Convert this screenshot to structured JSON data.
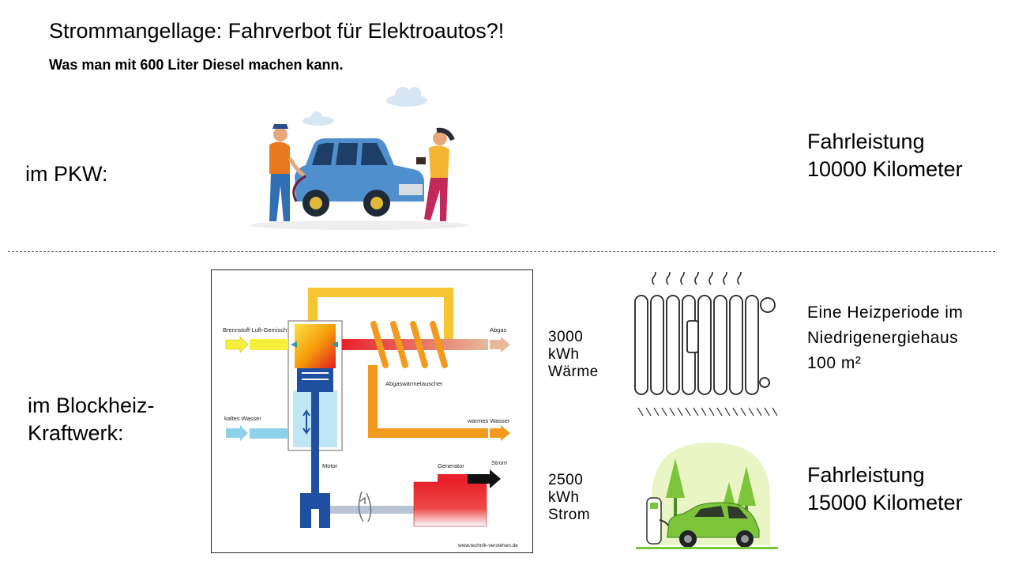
{
  "title": "Strommangellage: Fahrverbot für Elektroautos?!",
  "subtitle": "Was man mit 600 Liter Diesel machen kann.",
  "pkw": {
    "label": "im PKW:",
    "result_line1": "Fahrleistung",
    "result_line2": "10000 Kilometer"
  },
  "bhkw": {
    "label_line1": "im Blockheiz-",
    "label_line2": "Kraftwerk:",
    "heat": {
      "line1": "3000",
      "line2": "kWh",
      "line3": "Wärme"
    },
    "power": {
      "line1": "2500",
      "line2": "kWh",
      "line3": "Strom"
    },
    "heat_result": {
      "line1": "Eine Heizperiode im",
      "line2": "Niedrigenergiehaus",
      "line3": "100 m²"
    },
    "power_result": {
      "line1": "Fahrleistung",
      "line2": "15000 Kilometer"
    }
  },
  "diagram": {
    "fuel_label": "Brennstoff-Luft-Gemisch",
    "exhaust_label": "Abgas",
    "heat_exchanger_label": "Abgaswärmetauscher",
    "cold_water_label": "kaltes Wasser",
    "warm_water_label": "warmes Wasser",
    "motor_label": "Motor",
    "generator_label": "Generator",
    "power_label": "Strom",
    "source_label": "www.technik-verstehen.de"
  },
  "colors": {
    "car_blue": "#4f8fcd",
    "ev_green": "#7cc43a",
    "pipe_orange": "#f39a1e",
    "pipe_yellow": "#f6c531",
    "generator_red": "#e8212a",
    "water_blue": "#8fd0ea",
    "motor_blue": "#1f4fa0"
  }
}
